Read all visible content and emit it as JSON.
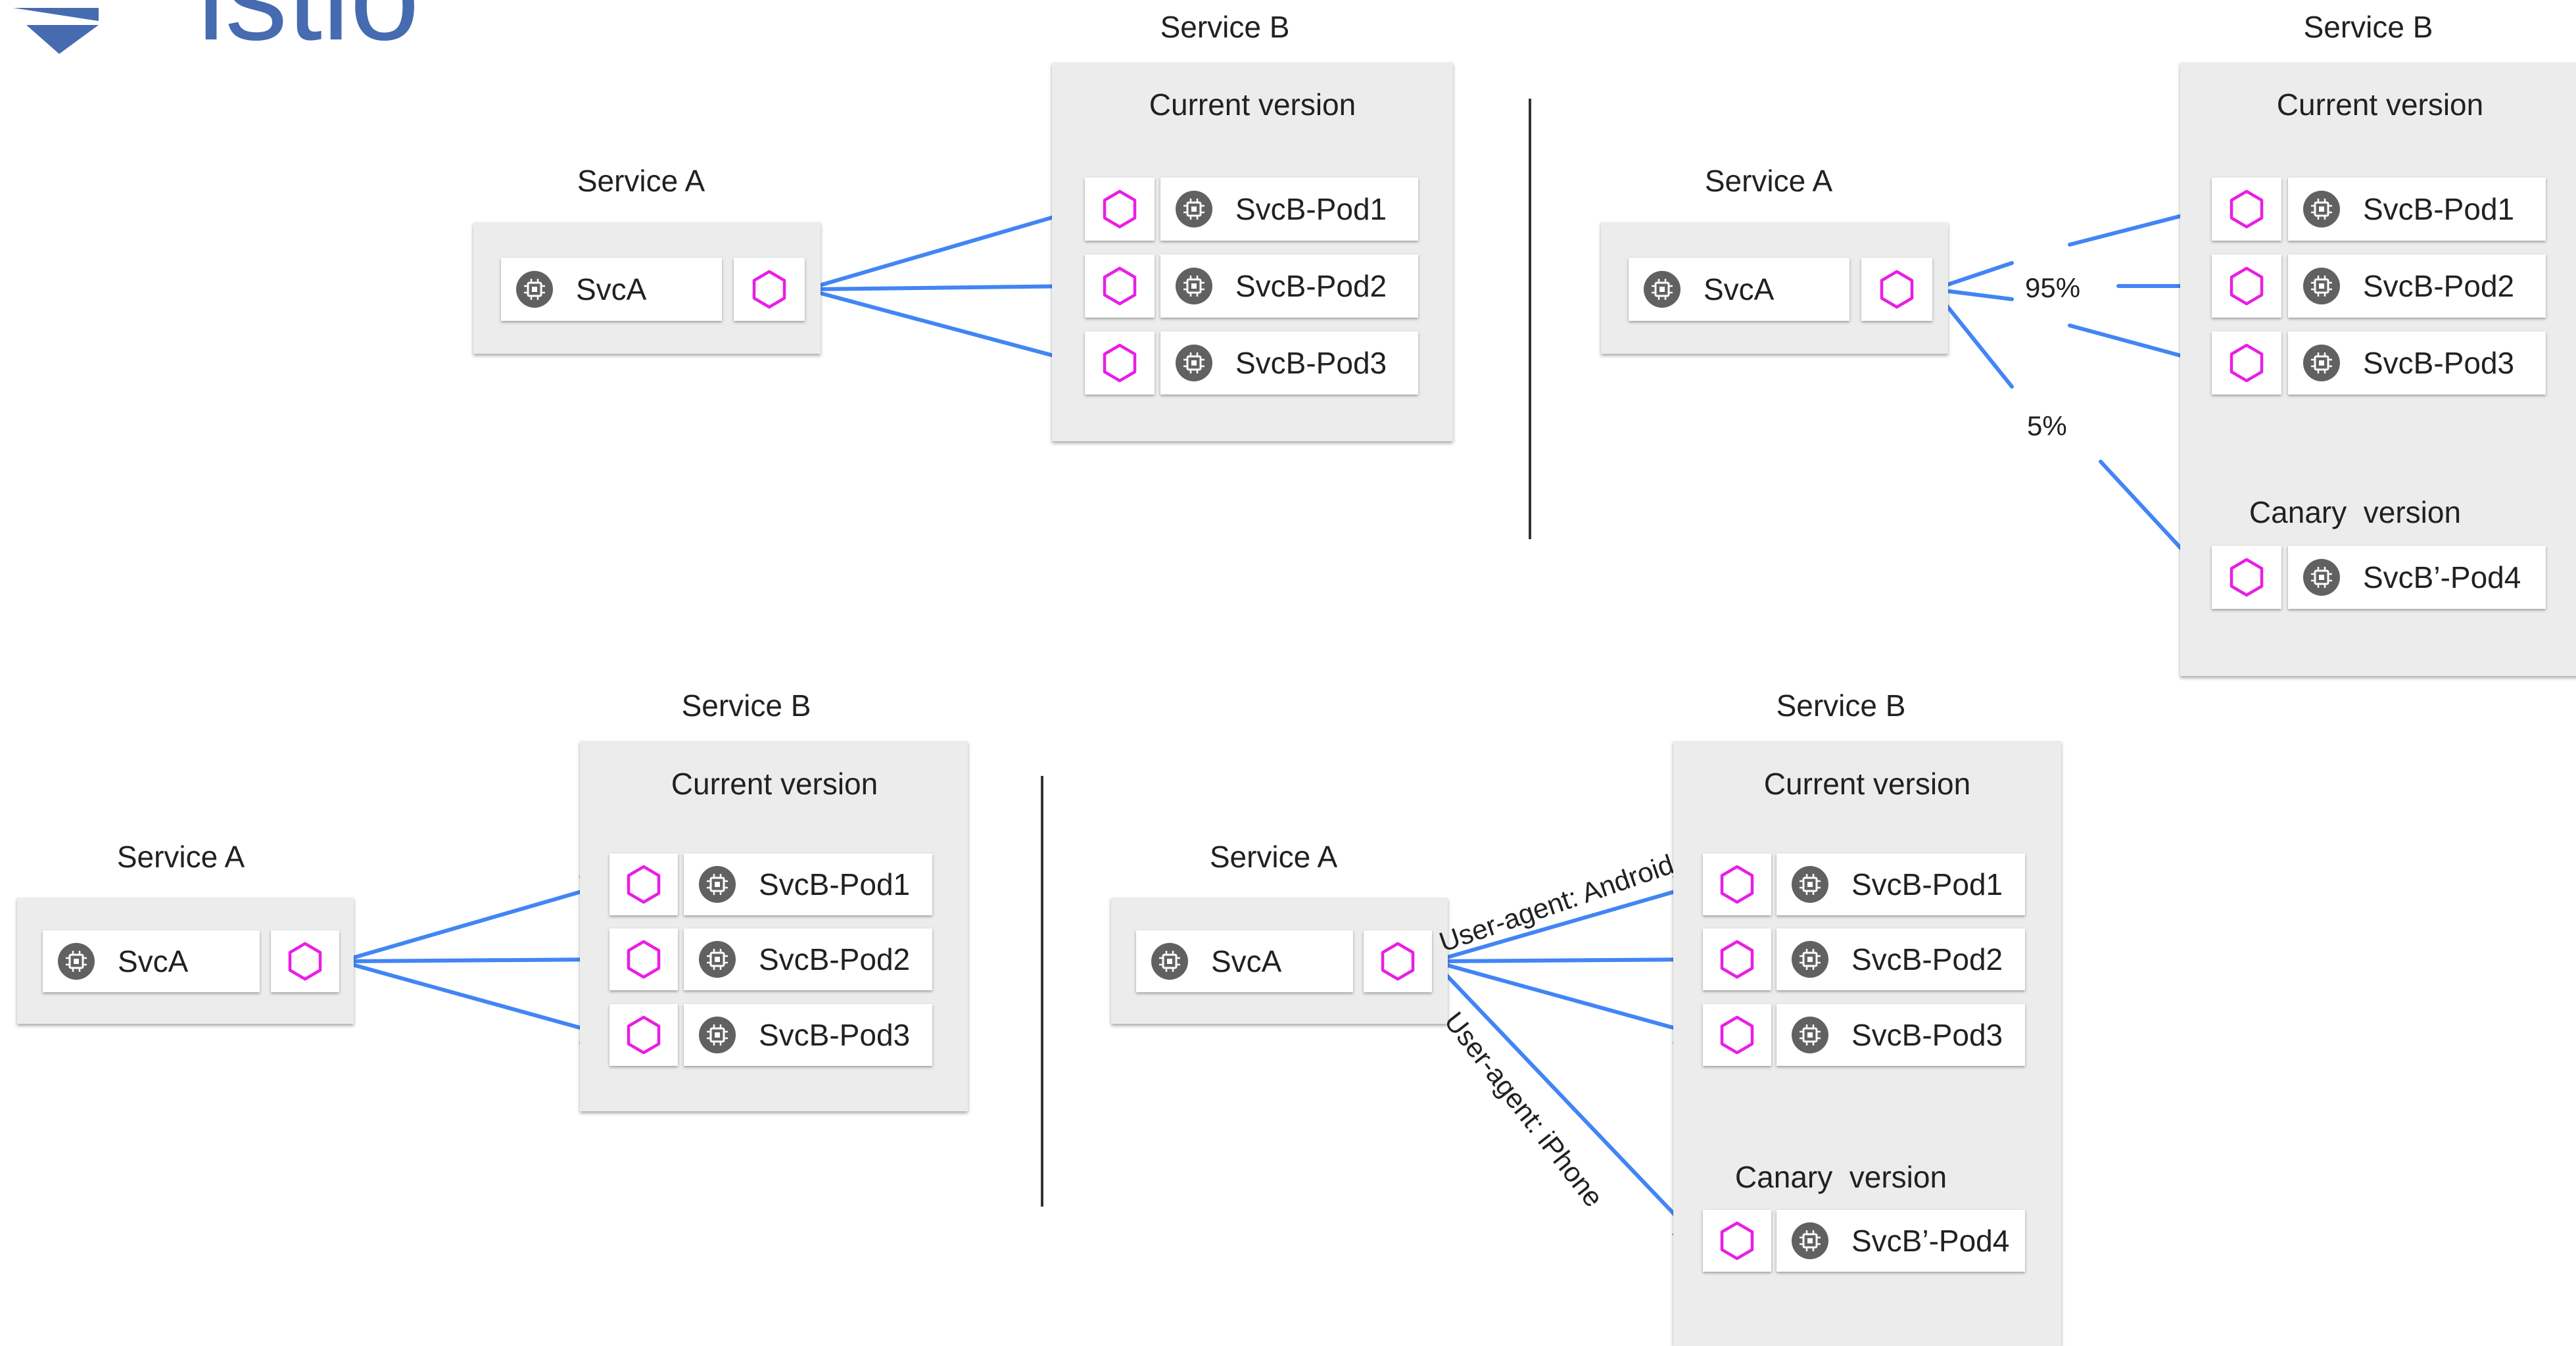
{
  "logo": {
    "text": "istio",
    "brand_color": "#466bb0"
  },
  "colors": {
    "arrow": "#4285f4",
    "sidecar": "#e91ee6",
    "chip": "#616161",
    "panel": "#ececec"
  },
  "icons": {
    "proxy": "sidecar-proxy-hexagon-icon",
    "workload": "chip-icon"
  },
  "panels": {
    "tl": {
      "service_a": {
        "title": "Service A",
        "workload": "SvcA"
      },
      "service_b": {
        "title": "Service B",
        "group_title": "Current version",
        "pods": [
          "SvcB-Pod1",
          "SvcB-Pod2",
          "SvcB-Pod3"
        ]
      }
    },
    "tr": {
      "service_a": {
        "title": "Service A",
        "workload": "SvcA"
      },
      "service_b": {
        "title": "Service B",
        "group_title": "Current version",
        "pods": [
          "SvcB-Pod1",
          "SvcB-Pod2",
          "SvcB-Pod3"
        ],
        "canary_title": "Canary  version",
        "canary_pod": "SvcB’-Pod4"
      },
      "weights": {
        "current": "95%",
        "canary": "5%"
      }
    },
    "bl": {
      "service_a": {
        "title": "Service A",
        "workload": "SvcA"
      },
      "service_b": {
        "title": "Service B",
        "group_title": "Current version",
        "pods": [
          "SvcB-Pod1",
          "SvcB-Pod2",
          "SvcB-Pod3"
        ]
      }
    },
    "br": {
      "service_a": {
        "title": "Service A",
        "workload": "SvcA"
      },
      "service_b": {
        "title": "Service B",
        "group_title": "Current version",
        "pods": [
          "SvcB-Pod1",
          "SvcB-Pod2",
          "SvcB-Pod3"
        ],
        "canary_title": "Canary  version",
        "canary_pod": "SvcB’-Pod4"
      },
      "rules": {
        "android": "User-agent: Android",
        "iphone": "User-agent: iPhone"
      }
    }
  }
}
